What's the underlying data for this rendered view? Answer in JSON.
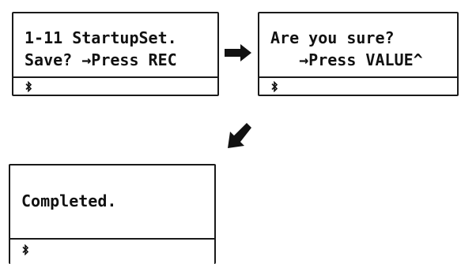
{
  "screens": [
    {
      "line1": "1-11 StartupSet.",
      "line2": "Save? →Press REC",
      "status_icon": "bluetooth-icon",
      "status_glyph": "✱"
    },
    {
      "line1": "Are you sure?",
      "line2": "   →Press VALUE^",
      "status_icon": "bluetooth-icon",
      "status_glyph": "✱"
    },
    {
      "line1": "Completed.",
      "status_icon": "bluetooth-icon",
      "status_glyph": "✱"
    }
  ],
  "arrows": [
    {
      "icon": "arrow-right-icon"
    },
    {
      "icon": "arrow-down-left-icon"
    }
  ],
  "colors": {
    "foreground": "#111111",
    "background": "#ffffff"
  }
}
